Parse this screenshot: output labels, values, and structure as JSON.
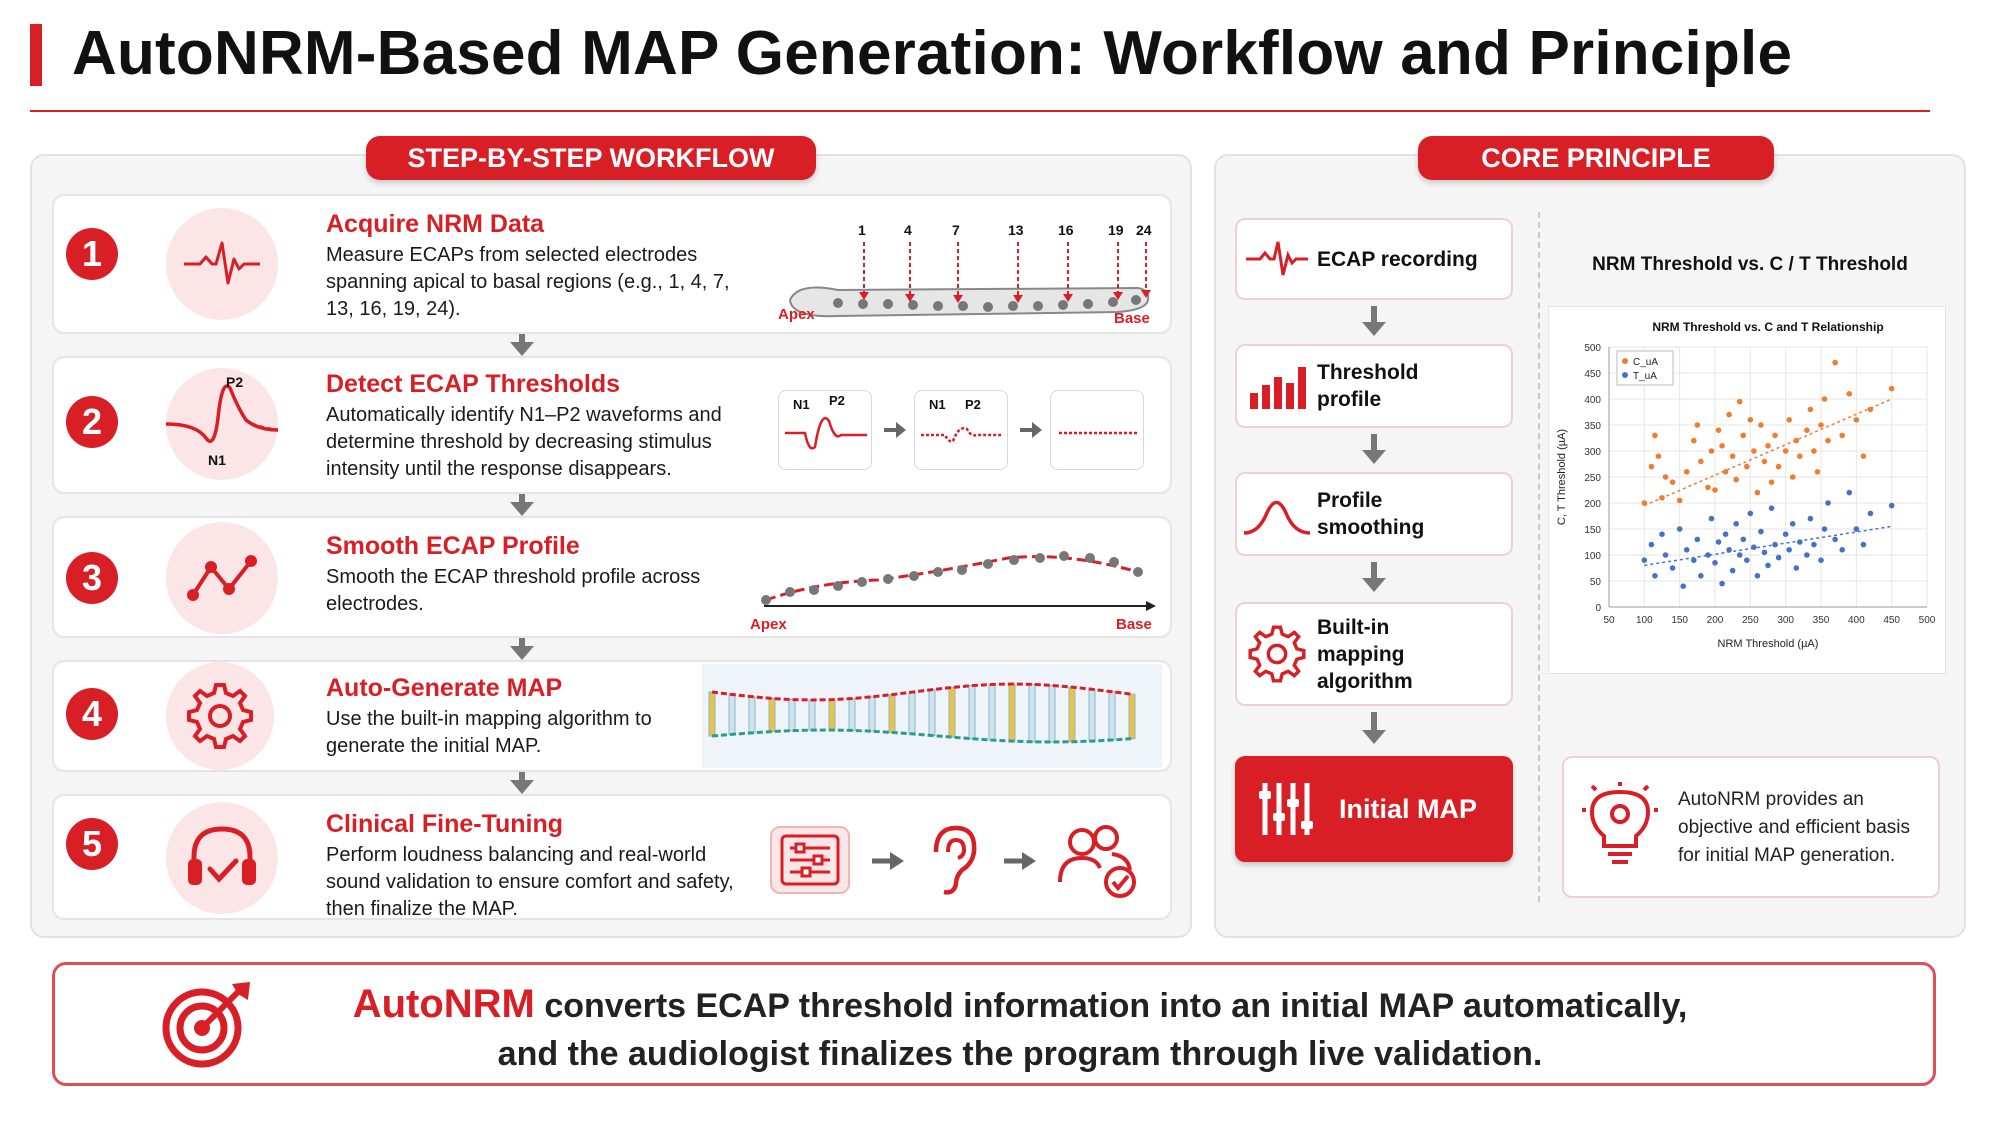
{
  "title": "AutoNRM-Based MAP Generation: Workflow and Principle",
  "workflow": {
    "heading": "STEP-BY-STEP WORKFLOW",
    "steps": [
      {
        "num": "1",
        "title": "Acquire NRM Data",
        "desc": "Measure ECAPs from selected electrodes spanning apical to basal regions (e.g., 1, 4, 7, 13, 16, 19, 24).",
        "icon": "ecap-waveform-icon"
      },
      {
        "num": "2",
        "title": "Detect ECAP Thresholds",
        "desc": "Automatically identify N1–P2 waveforms and determine threshold by decreasing stimulus intensity until the response disappears.",
        "icon": "n1-p2-waveform-icon"
      },
      {
        "num": "3",
        "title": "Smooth ECAP Profile",
        "desc": "Smooth the ECAP threshold profile across electrodes.",
        "icon": "line-trend-icon"
      },
      {
        "num": "4",
        "title": "Auto-Generate MAP",
        "desc": "Use the built-in mapping algorithm to generate the initial MAP.",
        "icon": "gear-icon"
      },
      {
        "num": "5",
        "title": "Clinical Fine-Tuning",
        "desc": "Perform loudness balancing and real-world sound validation to ensure comfort and safety, then finalize the MAP.",
        "icon": "headphones-check-icon"
      }
    ],
    "electrodes": [
      "1",
      "4",
      "7",
      "13",
      "16",
      "19",
      "24"
    ],
    "apex_label": "Apex",
    "base_label": "Base",
    "n1_label": "N1",
    "p2_label": "P2"
  },
  "core": {
    "heading": "CORE PRINCIPLE",
    "flow": [
      {
        "label": "ECAP recording",
        "icon": "ecap-waveform-icon"
      },
      {
        "label": "Threshold profile",
        "icon": "bar-chart-icon"
      },
      {
        "label": "Profile smoothing",
        "icon": "bell-curve-icon"
      },
      {
        "label": "Built-in mapping algorithm",
        "icon": "gear-icon"
      },
      {
        "label": "Initial MAP",
        "icon": "sliders-icon"
      }
    ],
    "chart_heading": "NRM Threshold vs. C / T Threshold",
    "note": "AutoNRM provides an objective and efficient basis for initial MAP generation.",
    "note_icon": "lightbulb-gear-icon"
  },
  "chart_data": {
    "type": "scatter",
    "title": "NRM Threshold vs. C and T Relationship",
    "xlabel": "NRM Threshold (µA)",
    "ylabel": "C, T Threshold (µA)",
    "xlim": [
      50,
      500
    ],
    "ylim": [
      0,
      500
    ],
    "xticks": [
      50,
      100,
      150,
      200,
      250,
      300,
      350,
      400,
      450,
      500
    ],
    "yticks": [
      0,
      50,
      100,
      150,
      200,
      250,
      300,
      350,
      400,
      450,
      500
    ],
    "grid": true,
    "legend_position": "top-left",
    "series": [
      {
        "name": "C_uA",
        "color": "#ed7d31",
        "trend": [
          [
            100,
            195
          ],
          [
            450,
            400
          ]
        ],
        "points": [
          [
            100,
            200
          ],
          [
            110,
            270
          ],
          [
            115,
            330
          ],
          [
            120,
            290
          ],
          [
            125,
            210
          ],
          [
            130,
            250
          ],
          [
            140,
            240
          ],
          [
            150,
            205
          ],
          [
            160,
            260
          ],
          [
            170,
            320
          ],
          [
            175,
            350
          ],
          [
            180,
            280
          ],
          [
            190,
            230
          ],
          [
            195,
            300
          ],
          [
            200,
            225
          ],
          [
            205,
            340
          ],
          [
            210,
            310
          ],
          [
            215,
            260
          ],
          [
            220,
            370
          ],
          [
            225,
            290
          ],
          [
            230,
            245
          ],
          [
            235,
            395
          ],
          [
            240,
            330
          ],
          [
            245,
            270
          ],
          [
            250,
            360
          ],
          [
            255,
            300
          ],
          [
            260,
            220
          ],
          [
            265,
            350
          ],
          [
            270,
            280
          ],
          [
            275,
            310
          ],
          [
            280,
            240
          ],
          [
            285,
            330
          ],
          [
            290,
            270
          ],
          [
            300,
            300
          ],
          [
            305,
            360
          ],
          [
            310,
            250
          ],
          [
            315,
            320
          ],
          [
            320,
            290
          ],
          [
            330,
            340
          ],
          [
            335,
            380
          ],
          [
            340,
            300
          ],
          [
            345,
            260
          ],
          [
            350,
            350
          ],
          [
            355,
            400
          ],
          [
            360,
            320
          ],
          [
            370,
            470
          ],
          [
            380,
            330
          ],
          [
            390,
            410
          ],
          [
            400,
            360
          ],
          [
            410,
            290
          ],
          [
            420,
            380
          ],
          [
            450,
            420
          ]
        ]
      },
      {
        "name": "T_uA",
        "color": "#4472c4",
        "trend": [
          [
            100,
            80
          ],
          [
            450,
            155
          ]
        ],
        "points": [
          [
            100,
            90
          ],
          [
            110,
            120
          ],
          [
            115,
            60
          ],
          [
            125,
            140
          ],
          [
            130,
            100
          ],
          [
            140,
            75
          ],
          [
            150,
            150
          ],
          [
            155,
            40
          ],
          [
            160,
            110
          ],
          [
            170,
            90
          ],
          [
            175,
            130
          ],
          [
            180,
            60
          ],
          [
            190,
            100
          ],
          [
            195,
            170
          ],
          [
            200,
            85
          ],
          [
            205,
            125
          ],
          [
            210,
            45
          ],
          [
            215,
            140
          ],
          [
            220,
            110
          ],
          [
            225,
            70
          ],
          [
            230,
            160
          ],
          [
            235,
            100
          ],
          [
            240,
            130
          ],
          [
            245,
            90
          ],
          [
            250,
            180
          ],
          [
            255,
            115
          ],
          [
            260,
            60
          ],
          [
            265,
            145
          ],
          [
            270,
            105
          ],
          [
            275,
            80
          ],
          [
            280,
            190
          ],
          [
            285,
            120
          ],
          [
            290,
            95
          ],
          [
            300,
            140
          ],
          [
            305,
            110
          ],
          [
            310,
            160
          ],
          [
            315,
            75
          ],
          [
            320,
            125
          ],
          [
            330,
            100
          ],
          [
            335,
            170
          ],
          [
            340,
            120
          ],
          [
            350,
            90
          ],
          [
            355,
            150
          ],
          [
            360,
            200
          ],
          [
            370,
            130
          ],
          [
            380,
            110
          ],
          [
            390,
            220
          ],
          [
            400,
            150
          ],
          [
            410,
            120
          ],
          [
            420,
            180
          ],
          [
            450,
            195
          ]
        ]
      }
    ]
  },
  "summary": {
    "highlight": "AutoNRM",
    "line1": " converts ECAP threshold information into an initial MAP automatically,",
    "line2": "and the audiologist finalizes the program through live validation."
  }
}
